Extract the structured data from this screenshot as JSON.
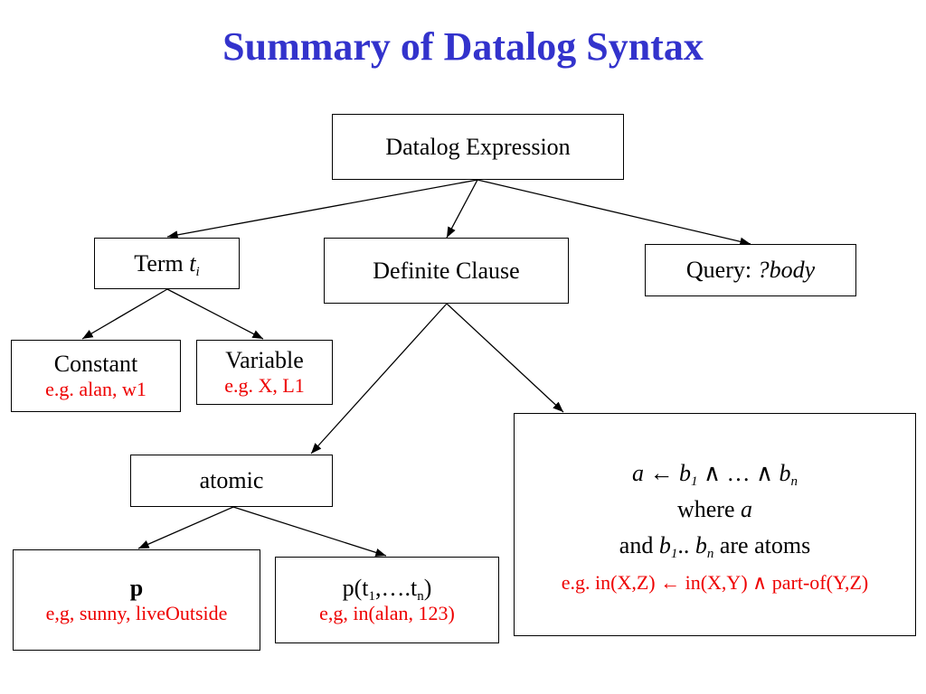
{
  "title": "Summary of Datalog Syntax",
  "root": {
    "label": "Datalog Expression"
  },
  "term": {
    "label": "Term ",
    "var": "t",
    "sub": "i"
  },
  "clause": {
    "label": "Definite Clause"
  },
  "query": {
    "label": "Query: ",
    "body": "?body"
  },
  "constant": {
    "label": "Constant",
    "example": "e.g. alan, w1"
  },
  "variable": {
    "label": "Variable",
    "example": "e.g. X, L1"
  },
  "atomic": {
    "label": "atomic"
  },
  "p_simple": {
    "label": "p",
    "example": "e,g, sunny, liveOutside"
  },
  "p_args": {
    "label_a": "p(t",
    "sub1": "1",
    "label_b": ",….t",
    "subn": "n",
    "label_c": ")",
    "example": "e,g, in(alan, 123)"
  },
  "clause_def": {
    "head": "a",
    "arrow": " ← ",
    "b1": "b",
    "b1_sub": "1",
    "mid": " ∧ … ∧ ",
    "bn": "b",
    "bn_sub": "n",
    "where_label": "where ",
    "where_var": "a",
    "and_label": "and ",
    "and_b1": "b",
    "and_b1_sub": "1",
    "dots": ".. ",
    "and_bn": "b",
    "and_bn_sub": "n",
    "are_atoms": " are atoms",
    "example": "e.g. in(X,Z) ← in(X,Y) ∧ part-of(Y,Z)"
  },
  "colors": {
    "title": "#3333cc",
    "example": "#ee0000"
  }
}
